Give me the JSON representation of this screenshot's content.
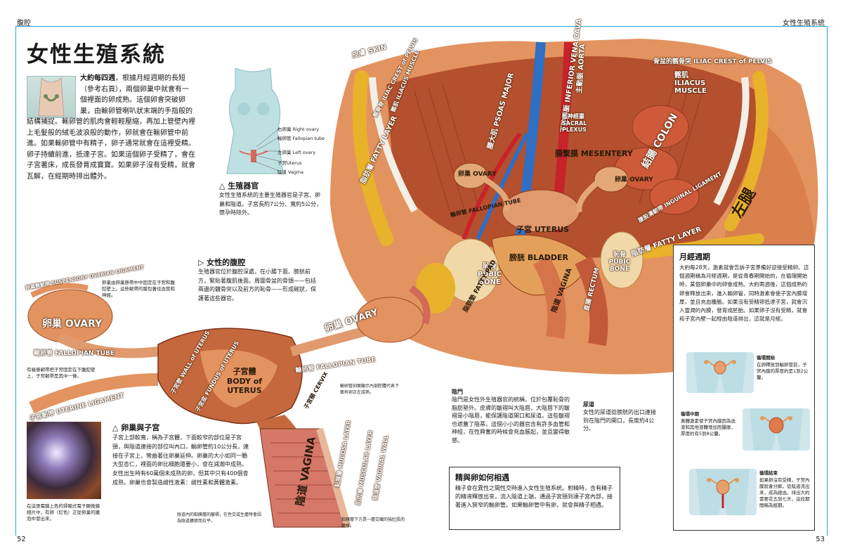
{
  "header": {
    "left": "腹腔",
    "right": "女性生殖系統"
  },
  "title": "女性生殖系統",
  "intro": {
    "lead": "大約每四週",
    "text": "，根據月經週期的長短（參考右頁），兩個卵巢中就會有一個裡面的卵成熟。這個卵會突破卵巢，由輸卵管喇叭狀末端的手指般的結構捕捉。輸卵管的肌肉會輕輕壓縮，再加上管壁內裡上毛髮般的絨毛波浪般的動作，卵就會在輸卵管中前進。如果輸卵管中有精子，卵子通常就會在這裡受精。卵子持續前進，抵達子宮。如果這個卵子受精了，會在子宮著床，成長發育成寶寶。如果卵子沒有受精，就會瓦解，在經期時排出體外。"
  },
  "torso_labels": {
    "right_ovary": "右卵巢 Right ovary",
    "fallopian": "輸卵管 Fallopian tube",
    "left_ovary": "左卵巢 Left ovary",
    "uterus": "子宮Uterus",
    "vagina": "陰道 Vagina"
  },
  "reproductive_organs": {
    "heading": "△ 生殖器官",
    "text": "女性生殖系統的主要生殖器官是子宮、卵巢和陰道。子宮長約7公分、寬約5公分，懷孕時除外。"
  },
  "pelvis_section": {
    "heading": "▷ 女性的腹腔",
    "text": "生殖器官位於腹腔深處，在小腸下面、膀胱前方，緊貼著腹肌後面。周圍骨盆的骨頭——包括兩邊的髖骨突以及前方的恥骨——形成碗狀，保護著這些器官。"
  },
  "ovary_section": {
    "heading": "△ 卵巢與子宮",
    "text": "子宮上部較寬，稱為子宮體，下面較窄的部位是子宮頸，與陰道連接的部位叫內口。輸卵管約10公分長，連接在子宮上，彎曲著往卵巢延伸。卵巢的大小如同一顆大型杏仁，裡面的卵比細胞還要小，會在減潮中成熟。女性出生時有60萬個未成熟的卵，但其中只有400個會成熟。卵巢也會製造雌性激素：雌性素和黃體激素。"
  },
  "photo_caption": "在這張電腦上色的掃瞄式電子顯微鏡相片中，有卵（紅色）正從卵巢的纖泡中冒出來。",
  "small_notes": {
    "suspensory": "卵巢由卵巢懸帶中中固定在子宮和腹腔壁上。這些韌帶的膜包著住血管和神經。",
    "ligament": "有幾條韌帶把子宮固定在下腹腔壁上，子宮韌帶是其中一條。",
    "cervix_note": "陰道內的黏膜層的皺褶，在性交或生產時會因為陰道擴張而拉平。",
    "muscle_note": "黏膜層下方是一層交織的強壯肌肉纖維。",
    "crosssec": "輸卵管剖面顯示內部腔體代表下面有卵正在成熟。"
  },
  "perineum": {
    "heading": "陰門",
    "text": "陰門是女性外生殖器官的統稱，位於包覆恥骨的脂肪墊外。皮膚的皺褶叫大陰唇，大陰唇下的皺褶是小陰唇，能保護陰道開口和尿道。這些皺褶也遮蓋了陰蒂，這個小小的器官含有許多血管和神經，在性興奮的時候會充血脹起，並且變得敏感。"
  },
  "urethra": {
    "heading": "尿道",
    "text": "女性的尿道從膀胱的出口連接到在陰門的開口，長度約4公分。"
  },
  "sperm_egg": {
    "heading": "精與卵如何相遇",
    "text": "精子會在異性之間性交時進入女性生殖系統。射精時，含有精子的精液釋放出來，流入陰道上端，通過子宮頸到達子宮內部，接著進入狹窄的輸卵管。如果輸卵管中有卵，就會與精子相遇。"
  },
  "cycle": {
    "heading": "月經週期",
    "text": "大約每28天，激素就會告訴子宮準備好迎接受精卵。這個週期稱為月經週期，是從青春期開始的，在循環開始時，某個卵巢中的卵會成熟。大約兩週後，這個成熟的卵會釋放出來，進入輸卵管，同時激素會使子宮內膜增厚，並且充血腫脹。如果沒有受精卵抵達子宮，就會沉入豐潤的內膜，發育成胚胎。如果卵子沒有受精，就會和子宮內壁一起經由陰道排出，這就是月經。",
    "stages": [
      {
        "label": "循環開始",
        "text": "在卵釋放到輸卵管前，子宮內膜的厚度約是1到2公釐。"
      },
      {
        "label": "循環中期",
        "text": "黃體激素使子宮內膜因為血液和其他液體增加而腫脹，厚度約有5到8公釐。"
      },
      {
        "label": "循環結束",
        "text": "如果卵沒有受精，子宮內膜就會分解，從陰道流出來，成為經血。排出大約需要花五到七天，這段期間稱為經期。"
      }
    ]
  },
  "anatomy_labels": {
    "skin": "皮膚 SKIN",
    "iliac_crest_l": "髂骨脊 ILIAC CREST of PELVIS",
    "iliacus_l": "髂肌 ILIACUS MUSCLE",
    "psoas": "腰大肌 PSOAS MAJOR",
    "vena_cava": "下腔靜脈 INFERIOR VENA CAVA",
    "aorta": "主動脈 AORTA",
    "iliac_crest_r": "骨盆的髂骨突 ILIAC CREST of PELVIS",
    "iliacus_r": "髂肌 ILIACUS MUSCLE",
    "colon": "結腸 COLON",
    "mesentery": "腸繫膜 MESENTERY",
    "sacral": "骶神經叢 SACRAL PLEXUS",
    "ovary_small_l": "卵巢 OVARY",
    "ovary_small_r": "卵巢 OVARY",
    "fatty_l": "脂肪層 FATTY LAYER",
    "fatty_r": "脂肪層 FATTY LAYER",
    "fallopian_top": "輸卵管 FALLOPIAN TUBE",
    "uterus_main": "子宮 UTERUS",
    "bladder": "膀胱 BLADDER",
    "pubic_l": "恥骨 PUBIC BONE",
    "pubic_r": "恥骨 PUBIC BONE",
    "fatty_pad": "脂肪墊 FATTY PAD",
    "vagina_main": "陰道 VAGINA",
    "rectum": "直腸 RECTUM",
    "left_leg": "左腿",
    "inguinal": "腹股溝韌帶 INGUINAL LIGAMENT",
    "ovary_big_l": "卵巢 OVARY",
    "ovary_big_r": "卵巢 OVARY",
    "suspensory": "卵巢懸韌帶 SUSPENSORY OVARIAN LIGAMENT",
    "fallopian_l": "輸卵管 FALLOPIAN TUBE",
    "fallopian_r": "輸卵管 FALLOPIAN TUBE",
    "wall_uterus": "子宮壁 WALL of UTERUS",
    "fundus": "子宮底 FUNDUS of UTERUS",
    "body_uterus": "子宮體 BODY of UTERUS",
    "cervix": "子宮頸 CERVIX",
    "uterine_lig": "子宮韌帶 UTERINE LIGAMENT",
    "vagina_big": "陰道 VAGINA",
    "mucosa": "黏膜層 MUCOSA LAYER",
    "muscular": "肌肉層 MUSCULAR LAYER",
    "vaginal_wall": "陰道壁 VAGINAL WALL"
  },
  "page_numbers": {
    "left": "52",
    "right": "53"
  },
  "colors": {
    "accent": "#2aa3d6",
    "muscle": "#b4502e",
    "skin": "#e3935f",
    "fat": "#e8b22a",
    "organ": "#d5734a",
    "vein": "#2f6fc4",
    "artery": "#c8222a"
  }
}
